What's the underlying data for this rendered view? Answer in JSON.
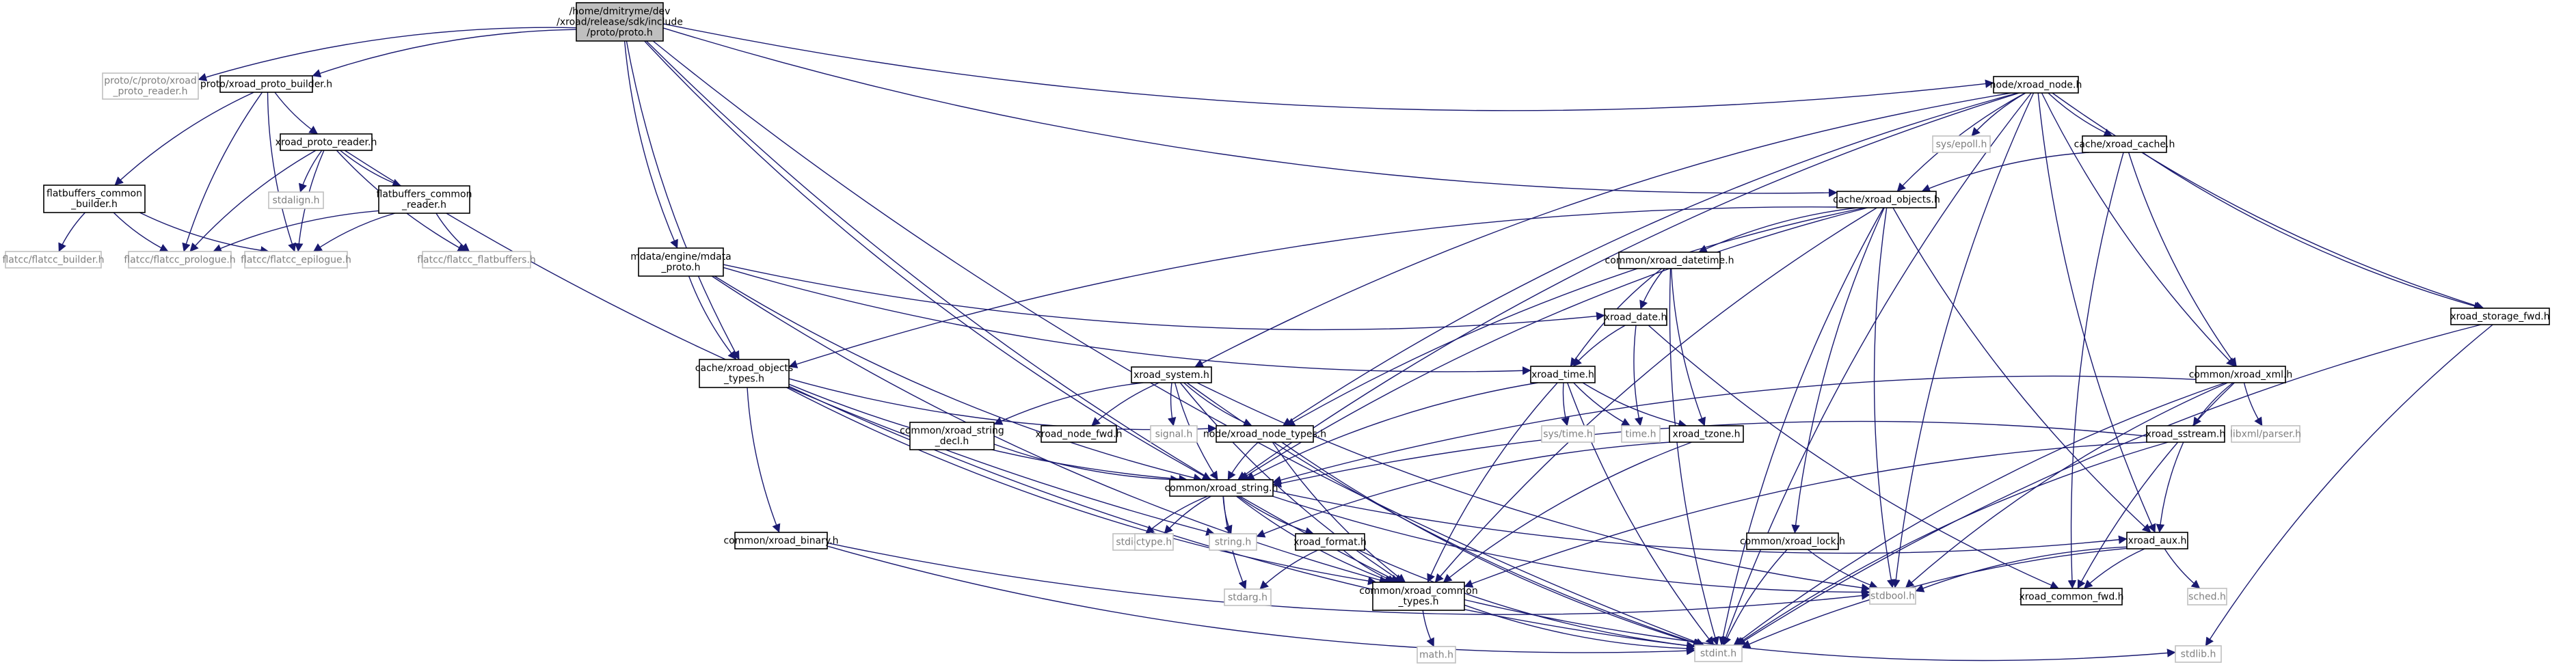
{
  "colors": {
    "edge": "#191970",
    "border": "#000000",
    "border_external": "#bfbfbf",
    "root_fill": "#bfbfbf",
    "fill": "#ffffff",
    "text": "#000000",
    "text_external": "#7f7f7f"
  },
  "nodes": [
    {
      "id": "root",
      "kind": "root",
      "lines": [
        "/home/dmitryme/dev",
        "/xroad/release/sdk/include",
        "/proto/proto.h"
      ]
    },
    {
      "id": "c_reader",
      "kind": "external",
      "lines": [
        "proto/c/proto/xroad",
        "_proto_reader.h"
      ]
    },
    {
      "id": "builder",
      "kind": "file",
      "lines": [
        "proto/xroad_proto_builder.h"
      ]
    },
    {
      "id": "reader",
      "kind": "file",
      "lines": [
        "xroad_proto_reader.h"
      ]
    },
    {
      "id": "fb_builder",
      "kind": "file",
      "lines": [
        "flatbuffers_common",
        "_builder.h"
      ]
    },
    {
      "id": "stdalign",
      "kind": "external",
      "lines": [
        "stdalign.h"
      ]
    },
    {
      "id": "fb_reader",
      "kind": "file",
      "lines": [
        "flatbuffers_common",
        "_reader.h"
      ]
    },
    {
      "id": "fl_builder",
      "kind": "external",
      "lines": [
        "flatcc/flatcc_builder.h"
      ]
    },
    {
      "id": "prologue",
      "kind": "external",
      "lines": [
        "flatcc/flatcc_prologue.h"
      ]
    },
    {
      "id": "epilogue",
      "kind": "external",
      "lines": [
        "flatcc/flatcc_epilogue.h"
      ]
    },
    {
      "id": "flatbuffers",
      "kind": "external",
      "lines": [
        "flatcc/flatcc_flatbuffers.h"
      ]
    },
    {
      "id": "mdata",
      "kind": "file",
      "lines": [
        "mdata/engine/mdata",
        "_proto.h"
      ]
    },
    {
      "id": "obj_types",
      "kind": "file",
      "lines": [
        "cache/xroad_objects",
        "_types.h"
      ]
    },
    {
      "id": "binary",
      "kind": "file",
      "lines": [
        "common/xroad_binary.h"
      ]
    },
    {
      "id": "system",
      "kind": "file",
      "lines": [
        "xroad_system.h"
      ]
    },
    {
      "id": "str_decl",
      "kind": "file",
      "lines": [
        "common/xroad_string",
        "_decl.h"
      ]
    },
    {
      "id": "node_fwd",
      "kind": "file",
      "lines": [
        "xroad_node_fwd.h"
      ]
    },
    {
      "id": "signal",
      "kind": "external",
      "lines": [
        "signal.h"
      ]
    },
    {
      "id": "node_types",
      "kind": "file",
      "lines": [
        "node/xroad_node_types.h"
      ]
    },
    {
      "id": "string",
      "kind": "file",
      "lines": [
        "common/xroad_string.h"
      ]
    },
    {
      "id": "stdio",
      "kind": "external",
      "lines": [
        "stdio.h"
      ]
    },
    {
      "id": "ctype",
      "kind": "external",
      "lines": [
        "ctype.h"
      ]
    },
    {
      "id": "string_h",
      "kind": "external",
      "lines": [
        "string.h"
      ]
    },
    {
      "id": "format",
      "kind": "file",
      "lines": [
        "xroad_format.h"
      ]
    },
    {
      "id": "stdarg",
      "kind": "external",
      "lines": [
        "stdarg.h"
      ]
    },
    {
      "id": "common_types",
      "kind": "file",
      "lines": [
        "common/xroad_common",
        "_types.h"
      ]
    },
    {
      "id": "math",
      "kind": "external",
      "lines": [
        "math.h"
      ]
    },
    {
      "id": "stdint",
      "kind": "external",
      "lines": [
        "stdint.h"
      ]
    },
    {
      "id": "stdlib",
      "kind": "external",
      "lines": [
        "stdlib.h"
      ]
    },
    {
      "id": "node",
      "kind": "file",
      "lines": [
        "node/xroad_node.h"
      ]
    },
    {
      "id": "epoll",
      "kind": "external",
      "lines": [
        "sys/epoll.h"
      ]
    },
    {
      "id": "cache",
      "kind": "file",
      "lines": [
        "cache/xroad_cache.h"
      ]
    },
    {
      "id": "objects",
      "kind": "file",
      "lines": [
        "cache/xroad_objects.h"
      ]
    },
    {
      "id": "datetime",
      "kind": "file",
      "lines": [
        "common/xroad_datetime.h"
      ]
    },
    {
      "id": "date",
      "kind": "file",
      "lines": [
        "xroad_date.h"
      ]
    },
    {
      "id": "time",
      "kind": "file",
      "lines": [
        "xroad_time.h"
      ]
    },
    {
      "id": "sys_time",
      "kind": "external",
      "lines": [
        "sys/time.h"
      ]
    },
    {
      "id": "time_h",
      "kind": "external",
      "lines": [
        "time.h"
      ]
    },
    {
      "id": "tzone",
      "kind": "file",
      "lines": [
        "xroad_tzone.h"
      ]
    },
    {
      "id": "lock",
      "kind": "file",
      "lines": [
        "common/xroad_lock.h"
      ]
    },
    {
      "id": "stdbool",
      "kind": "external",
      "lines": [
        "stdbool.h"
      ]
    },
    {
      "id": "xml",
      "kind": "file",
      "lines": [
        "common/xroad_xml.h"
      ]
    },
    {
      "id": "sstream",
      "kind": "file",
      "lines": [
        "xroad_sstream.h"
      ]
    },
    {
      "id": "libxml",
      "kind": "external",
      "lines": [
        "libxml/parser.h"
      ]
    },
    {
      "id": "aux",
      "kind": "file",
      "lines": [
        "xroad_aux.h"
      ]
    },
    {
      "id": "sched",
      "kind": "external",
      "lines": [
        "sched.h"
      ]
    },
    {
      "id": "common_fwd",
      "kind": "file",
      "lines": [
        "xroad_common_fwd.h"
      ]
    },
    {
      "id": "storage_fwd",
      "kind": "file",
      "lines": [
        "xroad_storage_fwd.h"
      ]
    }
  ],
  "edges": [
    [
      "root",
      "c_reader"
    ],
    [
      "root",
      "builder"
    ],
    [
      "root",
      "mdata"
    ],
    [
      "root",
      "obj_types"
    ],
    [
      "root",
      "string"
    ],
    [
      "root",
      "stdint"
    ],
    [
      "root",
      "node"
    ],
    [
      "root",
      "objects"
    ],
    [
      "root",
      "common_types"
    ],
    [
      "builder",
      "reader"
    ],
    [
      "builder",
      "fb_builder"
    ],
    [
      "builder",
      "prologue"
    ],
    [
      "builder",
      "epilogue"
    ],
    [
      "reader",
      "stdalign"
    ],
    [
      "reader",
      "fb_reader"
    ],
    [
      "reader",
      "prologue"
    ],
    [
      "reader",
      "epilogue"
    ],
    [
      "reader",
      "flatbuffers"
    ],
    [
      "reader",
      "string_h"
    ],
    [
      "fb_builder",
      "fl_builder"
    ],
    [
      "fb_builder",
      "prologue"
    ],
    [
      "fb_builder",
      "epilogue"
    ],
    [
      "fb_reader",
      "prologue"
    ],
    [
      "fb_reader",
      "epilogue"
    ],
    [
      "fb_reader",
      "flatbuffers"
    ],
    [
      "mdata",
      "obj_types"
    ],
    [
      "mdata",
      "string"
    ],
    [
      "mdata",
      "date"
    ],
    [
      "mdata",
      "time"
    ],
    [
      "mdata",
      "common_types"
    ],
    [
      "obj_types",
      "binary"
    ],
    [
      "obj_types",
      "node_types"
    ],
    [
      "obj_types",
      "string"
    ],
    [
      "obj_types",
      "common_types"
    ],
    [
      "obj_types",
      "stdint"
    ],
    [
      "binary",
      "stdint"
    ],
    [
      "binary",
      "stdbool"
    ],
    [
      "system",
      "str_decl"
    ],
    [
      "system",
      "node_fwd"
    ],
    [
      "system",
      "signal"
    ],
    [
      "system",
      "node_types"
    ],
    [
      "system",
      "string"
    ],
    [
      "system",
      "stdbool"
    ],
    [
      "system",
      "stdint"
    ],
    [
      "system",
      "common_types"
    ],
    [
      "str_decl",
      "string"
    ],
    [
      "node_types",
      "string"
    ],
    [
      "node_types",
      "common_types"
    ],
    [
      "node_types",
      "stdint"
    ],
    [
      "string",
      "stdio"
    ],
    [
      "string",
      "ctype"
    ],
    [
      "string",
      "string_h"
    ],
    [
      "string",
      "stdarg"
    ],
    [
      "string",
      "format"
    ],
    [
      "string",
      "aux"
    ],
    [
      "string",
      "stdbool"
    ],
    [
      "string",
      "common_types"
    ],
    [
      "format",
      "stdarg"
    ],
    [
      "format",
      "common_types"
    ],
    [
      "format",
      "stdint"
    ],
    [
      "common_types",
      "math"
    ],
    [
      "common_types",
      "stdint"
    ],
    [
      "common_types",
      "stdlib"
    ],
    [
      "node",
      "epoll"
    ],
    [
      "node",
      "cache"
    ],
    [
      "node",
      "objects"
    ],
    [
      "node",
      "system"
    ],
    [
      "node",
      "node_types"
    ],
    [
      "node",
      "string"
    ],
    [
      "node",
      "stdbool"
    ],
    [
      "node",
      "xml"
    ],
    [
      "node",
      "aux"
    ],
    [
      "node",
      "storage_fwd"
    ],
    [
      "node",
      "stdint"
    ],
    [
      "cache",
      "objects"
    ],
    [
      "cache",
      "xml"
    ],
    [
      "cache",
      "common_fwd"
    ],
    [
      "cache",
      "storage_fwd"
    ],
    [
      "objects",
      "datetime"
    ],
    [
      "objects",
      "obj_types"
    ],
    [
      "objects",
      "node_types"
    ],
    [
      "objects",
      "lock"
    ],
    [
      "objects",
      "stdbool"
    ],
    [
      "objects",
      "aux"
    ],
    [
      "objects",
      "stdint"
    ],
    [
      "objects",
      "common_types"
    ],
    [
      "objects",
      "string"
    ],
    [
      "datetime",
      "date"
    ],
    [
      "datetime",
      "time"
    ],
    [
      "datetime",
      "tzone"
    ],
    [
      "datetime",
      "stdint"
    ],
    [
      "date",
      "time"
    ],
    [
      "date",
      "time_h"
    ],
    [
      "date",
      "common_fwd"
    ],
    [
      "time",
      "sys_time"
    ],
    [
      "time",
      "time_h"
    ],
    [
      "time",
      "tzone"
    ],
    [
      "time",
      "string"
    ],
    [
      "time",
      "common_types"
    ],
    [
      "time",
      "stdint"
    ],
    [
      "tzone",
      "common_types"
    ],
    [
      "tzone",
      "string_h"
    ],
    [
      "lock",
      "stdbool"
    ],
    [
      "lock",
      "stdint"
    ],
    [
      "xml",
      "sstream"
    ],
    [
      "xml",
      "libxml"
    ],
    [
      "xml",
      "string"
    ],
    [
      "xml",
      "stdbool"
    ],
    [
      "xml",
      "stdint"
    ],
    [
      "xml",
      "common_fwd"
    ],
    [
      "sstream",
      "string"
    ],
    [
      "sstream",
      "aux"
    ],
    [
      "sstream",
      "stdint"
    ],
    [
      "sstream",
      "common_types"
    ],
    [
      "aux",
      "stdbool"
    ],
    [
      "aux",
      "sched"
    ],
    [
      "aux",
      "common_fwd"
    ],
    [
      "aux",
      "stdint"
    ],
    [
      "storage_fwd",
      "stdint"
    ],
    [
      "storage_fwd",
      "stdlib"
    ]
  ]
}
